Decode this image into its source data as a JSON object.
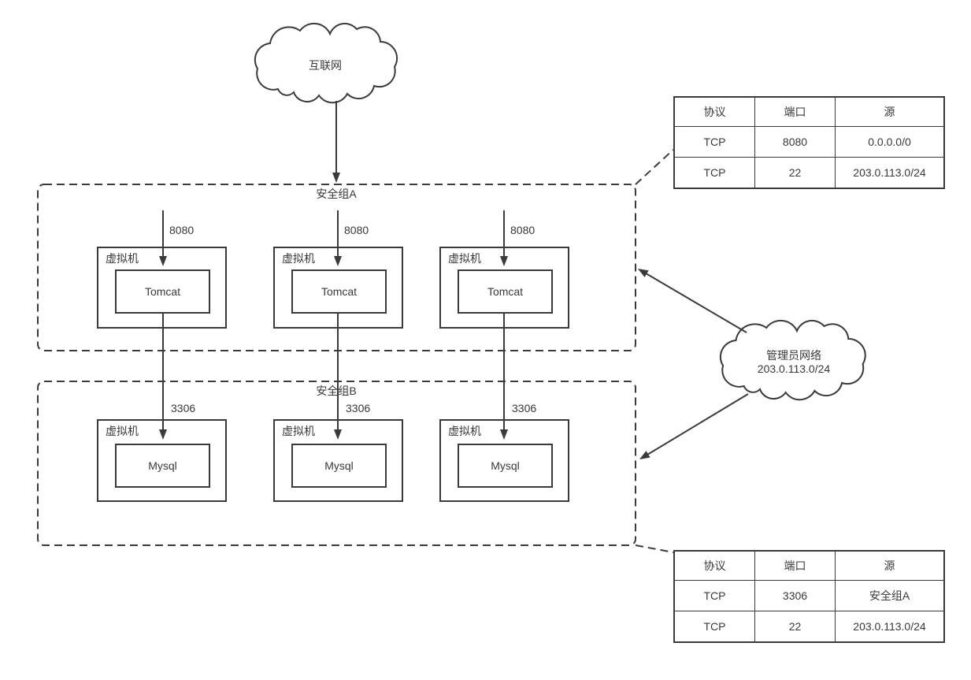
{
  "internet_cloud": {
    "label": "互联网"
  },
  "admin_cloud": {
    "line1": "管理员网络",
    "line2": "203.0.113.0/24"
  },
  "group_a": {
    "label": "安全组A",
    "vms": [
      {
        "name": "虚拟机",
        "app": "Tomcat",
        "port": "8080"
      },
      {
        "name": "虚拟机",
        "app": "Tomcat",
        "port": "8080"
      },
      {
        "name": "虚拟机",
        "app": "Tomcat",
        "port": "8080"
      }
    ]
  },
  "group_b": {
    "label": "安全组B",
    "vms": [
      {
        "name": "虚拟机",
        "app": "Mysql",
        "port": "3306"
      },
      {
        "name": "虚拟机",
        "app": "Mysql",
        "port": "3306"
      },
      {
        "name": "虚拟机",
        "app": "Mysql",
        "port": "3306"
      }
    ]
  },
  "rules_table_a": {
    "headers": [
      "协议",
      "端口",
      "源"
    ],
    "rows": [
      [
        "TCP",
        "8080",
        "0.0.0.0/0"
      ],
      [
        "TCP",
        "22",
        "203.0.113.0/24"
      ]
    ]
  },
  "rules_table_b": {
    "headers": [
      "协议",
      "端口",
      "源"
    ],
    "rows": [
      [
        "TCP",
        "3306",
        "安全组A"
      ],
      [
        "TCP",
        "22",
        "203.0.113.0/24"
      ]
    ]
  },
  "colors": {
    "line": "#3a3a3a",
    "text": "#383838",
    "background": "#ffffff"
  }
}
